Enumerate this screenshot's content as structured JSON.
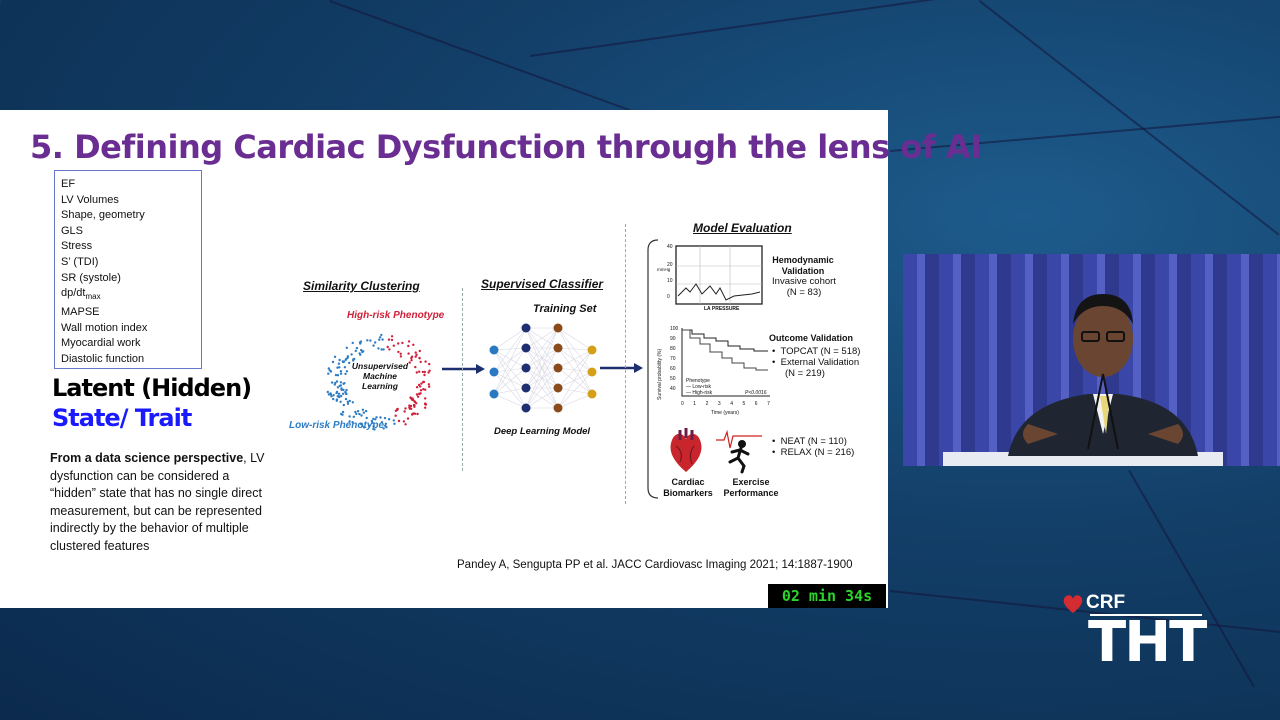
{
  "slide": {
    "title": "5. Defining Cardiac Dysfunction through the lens of AI",
    "features": [
      "EF",
      "LV Volumes",
      "Shape, geometry",
      "GLS",
      "Stress",
      "S’ (TDI)",
      "SR (systole)",
      "dp/dt",
      "MAPSE",
      "Wall motion index",
      "Myocardial work",
      "Diastolic function"
    ],
    "dpdt_subscript": "max",
    "latent_line1": "Latent (Hidden)",
    "latent_line2": "State/ Trait",
    "para_bold": "From a data science perspective",
    "para_rest": ", LV dysfunction can be considered a “hidden” state that has no single direct measurement, but can be represented indirectly by the behavior of multiple clustered features",
    "citation": "Pandey A, Sengupta PP et al. JACC Cardiovasc Imaging 2021; 14:1887-1900"
  },
  "figure": {
    "similarity_clustering": "Similarity Clustering",
    "high_risk": "High-risk Phenotype",
    "low_risk": "Low-risk Phenotype",
    "unsupervised_1": "Unsupervised",
    "unsupervised_2": "Machine",
    "unsupervised_3": "Learning",
    "supervised_classifier": "Supervised Classifier",
    "training_set": "Training Set",
    "deep_learning_model": "Deep Learning Model",
    "model_evaluation": "Model Evaluation",
    "hemo_1": "Hemodynamic",
    "hemo_2": "Validation",
    "hemo_3": "Invasive cohort",
    "hemo_4": "(N = 83)",
    "la_pressure": "LA PRESSURE",
    "outcome_validation": "Outcome Validation",
    "topcat": "TOPCAT (N = 518)",
    "external_1": "External Validation",
    "external_2": "(N = 219)",
    "neat": "NEAT (N = 110)",
    "relax": "RELAX (N = 216)",
    "cardiac_1": "Cardiac",
    "cardiac_2": "Biomarkers",
    "exercise_1": "Exercise",
    "exercise_2": "Performance",
    "km_phenotype": "Phenotype",
    "km_lowrisk": "Low-risk",
    "km_highrisk": "High-risk",
    "km_p": "P<0.0016",
    "km_xlabel": "Time (years)",
    "km_ylabel": "Survival probability (%)",
    "km_yticks": [
      "100",
      "90",
      "80",
      "70",
      "60",
      "50",
      "40"
    ],
    "km_xticks": [
      "0",
      "1",
      "2",
      "3",
      "4",
      "5",
      "6",
      "7"
    ],
    "hemo_yunit": "mmHg",
    "hemo_yticks": [
      "40",
      "20",
      "10",
      "0"
    ]
  },
  "timer": "02 min 34s",
  "branding": {
    "crf": "CRF",
    "tht": "THT"
  },
  "colors": {
    "title": "#6a2d91",
    "accent_blue": "#1a1aff",
    "timer_text": "#2bd42b",
    "high_risk": "#d0213a",
    "low_risk": "#2e7cc4"
  }
}
